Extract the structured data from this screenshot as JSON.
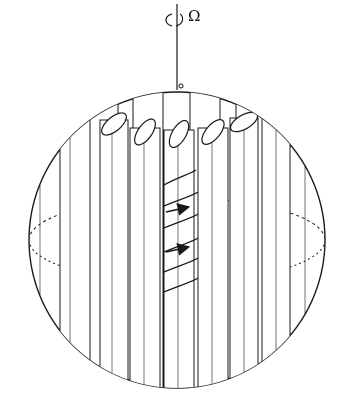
{
  "figure": {
    "rotation_symbol": "Ω",
    "column_count": 11,
    "arrow_count": 2,
    "colors": {
      "ink": "#1a1a1a",
      "background": "#ffffff"
    }
  }
}
